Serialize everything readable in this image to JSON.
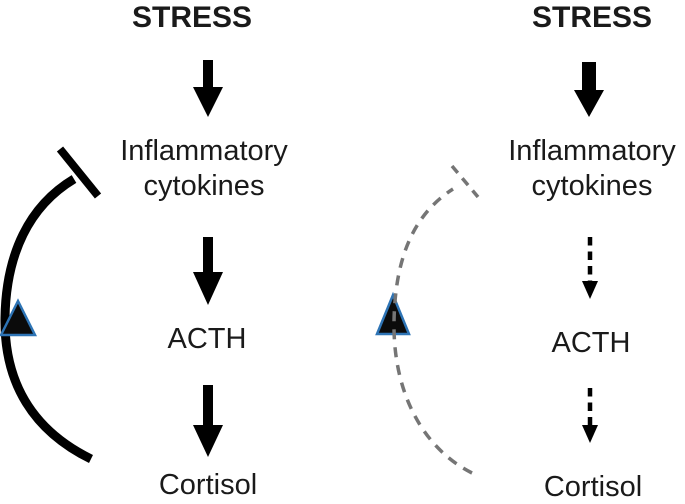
{
  "left": {
    "stress": "STRESS",
    "cytokines_line1": "Inflammatory",
    "cytokines_line2": "cytokines",
    "acth": "ACTH",
    "cortisol": "Cortisol"
  },
  "right": {
    "stress": "STRESS",
    "cytokines_line1": "Inflammatory",
    "cytokines_line2": "cytokines",
    "acth": "ACTH",
    "cortisol": "Cortisol"
  },
  "colors": {
    "background": "#ffffff",
    "text": "#1a1a1a",
    "solid_black": "#000000",
    "dashed_gray": "#757575",
    "triangle_fill": "#0b0b0b",
    "triangle_outline": "#2e74b5"
  }
}
